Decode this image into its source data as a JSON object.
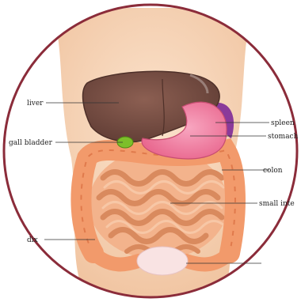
{
  "labels": {
    "liver": "liver",
    "spleen": "spleen",
    "gall_bladder": "gall bladder",
    "stomach": "stomach",
    "colon": "colon",
    "small_intestine": "small inte",
    "appendix": "dix"
  },
  "colors": {
    "frame": "#8b2c3a",
    "skin": "#f5d3b3",
    "liver": "#7a5146",
    "stomach": "#f48aa8",
    "spleen": "#8a3a9a",
    "gall_bladder": "#7dbf2a",
    "intestine": "#f0a97d",
    "colon": "#f29a6b",
    "bladder": "#f9e3e3"
  }
}
